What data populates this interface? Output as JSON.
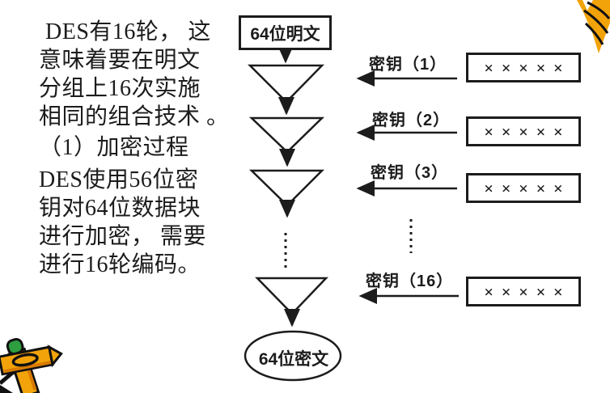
{
  "slide": {
    "background": "#ffffff",
    "ink_color": "#1c1c1c"
  },
  "intro": {
    "lines": [
      "DES有16轮， 这",
      "意味着要在明文",
      "分组上16次实施",
      "相同的组合技术 。",
      "（1）加密过程",
      "DES使用56位密",
      "钥对64位数据块",
      "进行加密， 需要",
      "进行16轮编码。"
    ]
  },
  "flowchart": {
    "plaintext_label": "64位明文",
    "ciphertext_label": "64位密文"
  },
  "key_rows": [
    {
      "label": "密钥（1）",
      "value": "×××××"
    },
    {
      "label": "密钥（2）",
      "value": "×××××"
    },
    {
      "label": "密钥（3）",
      "value": "×××××"
    },
    {
      "label": "密钥（16）",
      "value": "×××××"
    }
  ],
  "decorations": {
    "top_right_icon": "crayon-tip-corner",
    "bottom_left_icon": "crossed-crayons-clipart"
  },
  "colors": {
    "crayon_yellow": "#F2A30A",
    "crayon_orange": "#D97B00",
    "crayon_green": "#2E9E41"
  }
}
